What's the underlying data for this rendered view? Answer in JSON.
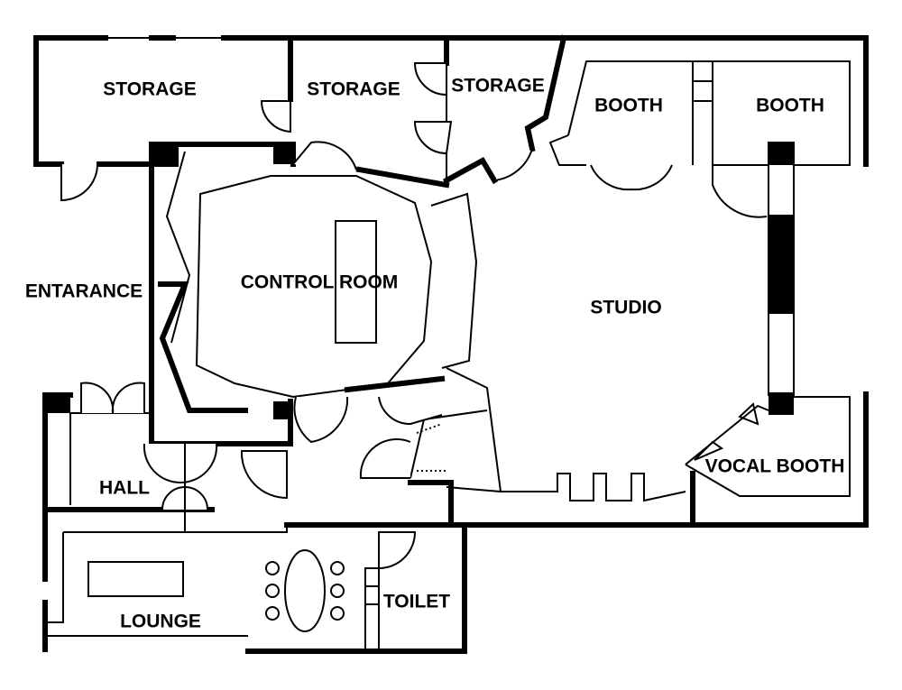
{
  "rooms": {
    "storage_1": "STORAGE",
    "storage_2": "STORAGE",
    "storage_3": "STORAGE",
    "booth_1": "BOOTH",
    "booth_2": "BOOTH",
    "entrance": "ENTARANCE",
    "control_room": "CONTROL ROOM",
    "studio": "STUDIO",
    "vocal_booth": "VOCAL BOOTH",
    "hall": "HALL",
    "lounge": "LOUNGE",
    "toilet": "TOILET"
  }
}
